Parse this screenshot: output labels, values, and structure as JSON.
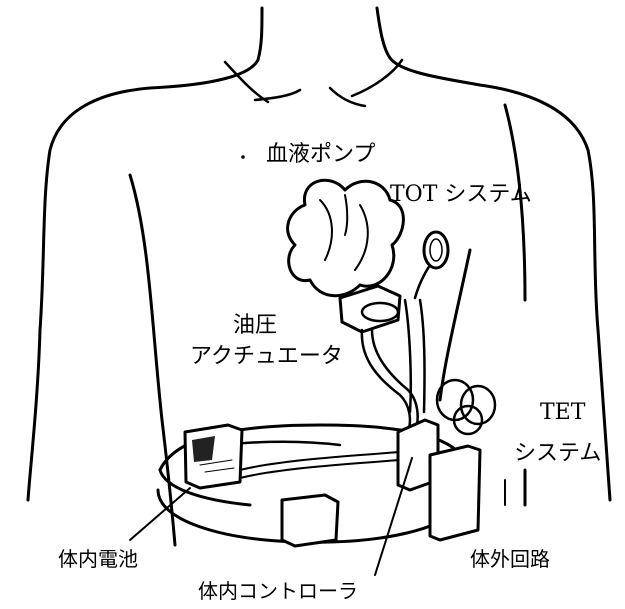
{
  "labels": {
    "blood_pump": "血液ポンプ",
    "tot_system": "TOT システム",
    "hydraulic_line1": "油圧",
    "hydraulic_line2": "アクチュエータ",
    "tet_line1": "TET",
    "tet_line2": "システム",
    "internal_battery": "体内電池",
    "internal_controller": "体内コントローラ",
    "external_circuit": "体外回路"
  },
  "colors": {
    "ink": "#000000",
    "background": "#ffffff"
  }
}
